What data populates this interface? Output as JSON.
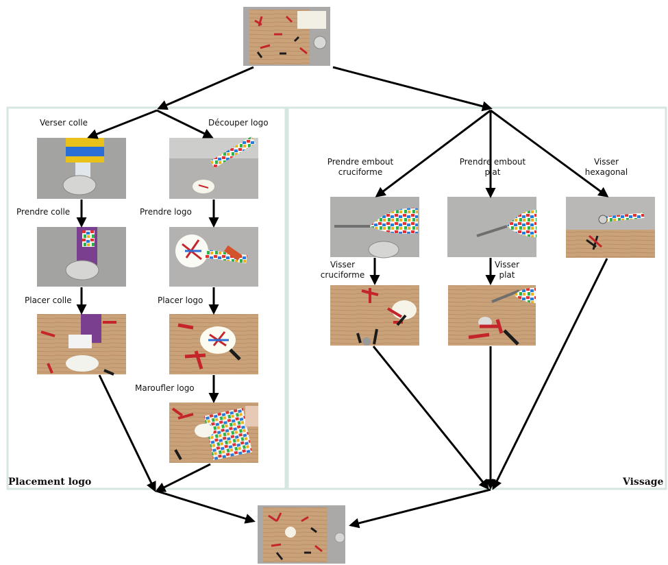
{
  "sections": {
    "left_title": "Placement logo",
    "right_title": "Vissage"
  },
  "steps": {
    "verser_colle": "Verser colle",
    "decouper_logo": "Découper logo",
    "prendre_colle": "Prendre colle",
    "prendre_logo": "Prendre logo",
    "placer_colle": "Placer colle",
    "placer_logo": "Placer logo",
    "maroufler_logo": "Maroufler logo",
    "prendre_embout_cruciforme": "Prendre embout\ncruciforme",
    "prendre_embout_plat": "Prendre embout\nplat",
    "visser_hexagonal": "Visser\nhexagonal",
    "visser_cruciforme": "Visser\ncruciforme",
    "visser_plat": "Visser\nplat"
  },
  "colors": {
    "panel_border": "#d6e6e2",
    "arrow": "#000000",
    "wood": "#c9a27a",
    "table": "#a9a8a6",
    "tape_red": "#c4252b",
    "tape_black": "#1b1b1b"
  }
}
